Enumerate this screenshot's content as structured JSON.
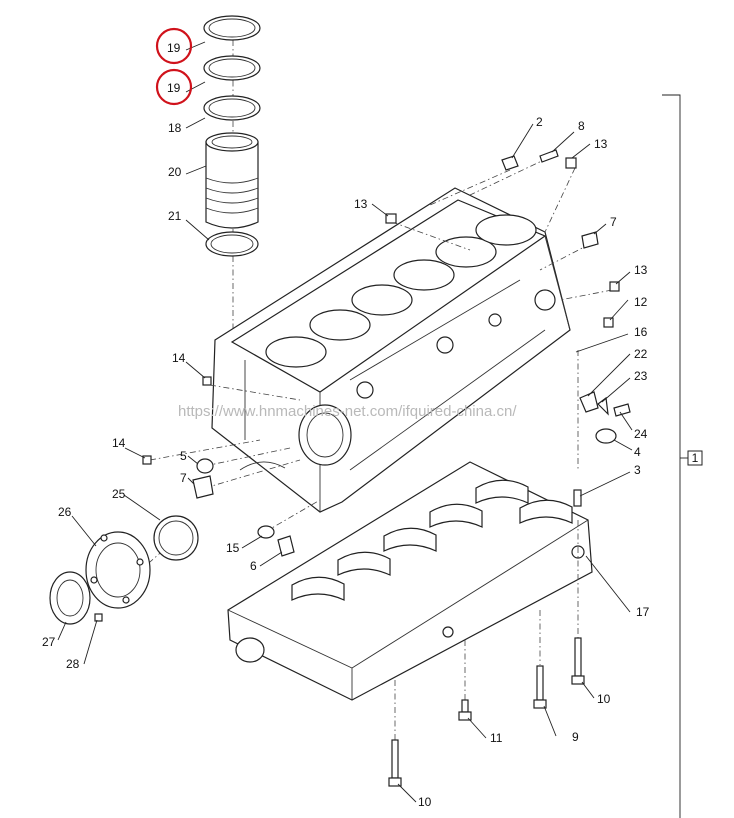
{
  "watermark": "https://www.hnmachines-net.com/ifquired-china.cn/",
  "assembly_box": "1",
  "highlight_color": "#d0121b",
  "labels": {
    "l19a": "19",
    "l19b": "19",
    "l18": "18",
    "l20": "20",
    "l21": "21",
    "l2": "2",
    "l8": "8",
    "l13a": "13",
    "l13b": "13",
    "l13c": "13",
    "l7a": "7",
    "l12": "12",
    "l16": "16",
    "l22": "22",
    "l23": "23",
    "l24": "24",
    "l14a": "14",
    "l14b": "14",
    "l5": "5",
    "l7b": "7",
    "l4": "4",
    "l3": "3",
    "l25": "25",
    "l26": "26",
    "l27": "27",
    "l28": "28",
    "l15": "15",
    "l6": "6",
    "l17": "17",
    "l10a": "10",
    "l11": "11",
    "l9": "9",
    "l10b": "10"
  }
}
